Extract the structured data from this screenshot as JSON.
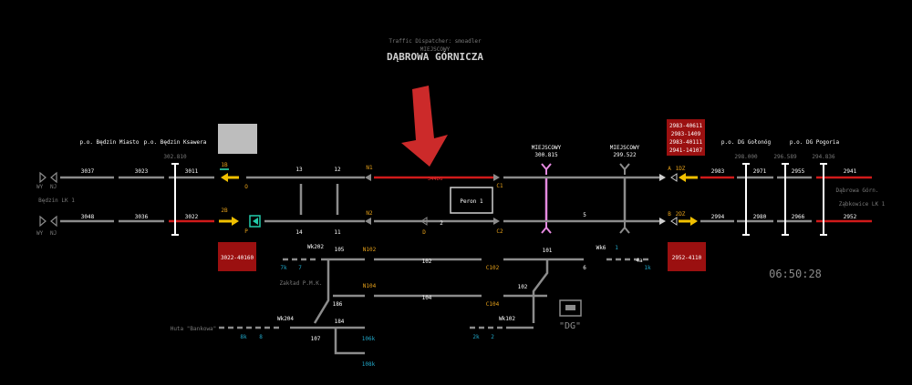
{
  "header": {
    "dispatcher": "Traffic Dispatcher: smoadler",
    "mode": "MIEJSCOWY",
    "station": "DĄBROWA GÓRNICZA"
  },
  "clock": "06:50:28",
  "colors": {
    "background": "#000000",
    "track_free": "#8c8c8c",
    "track_occupied": "#d11a1a",
    "signal_yellow": "#f0c000",
    "label_yellow": "#e8a21a",
    "label_cyan": "#22aacc",
    "route_pink": "#e58ae0",
    "arrow_red": "#cc2a2a",
    "train_box": "#9b1010"
  },
  "left": {
    "stop_miasto": "p.o. Będzin Miasto",
    "stop_ksawera": "p.o. Będzin Ksawera",
    "km_ksawera": "302.810",
    "line_label": "Będzin LK 1",
    "wy": "WY",
    "nj": "NJ",
    "sections": [
      "3037",
      "3023",
      "3011",
      "3048",
      "3036",
      "3022"
    ]
  },
  "train_boxes": {
    "left": "3022-40160",
    "right": "2952-4110",
    "top_right": [
      "2983-40611",
      "2983-1409",
      "2983-40111",
      "2941-14107"
    ]
  },
  "signals": {
    "s1b": "1B",
    "s2b": "2B",
    "o": "O",
    "p": "P",
    "n1": "N1",
    "n2": "N2",
    "d": "D",
    "c1": "C1",
    "c2": "C2",
    "a": "A",
    "b": "B",
    "s1dz": "1DZ",
    "s2dz": "2DZ",
    "n102": "N102",
    "n104": "N104",
    "c102": "C102",
    "c104": "C104"
  },
  "arrow_label": "344DG",
  "platform": "Peron 1",
  "tracks": {
    "t13": "13",
    "t12": "12",
    "t14": "14",
    "t11": "11",
    "t2": "2",
    "t5": "5",
    "t101": "101",
    "t102": "102",
    "t104": "104",
    "t105": "105",
    "t186": "186",
    "t107": "107",
    "t184": "184",
    "t102b": "102",
    "t6": "6",
    "t1": "1"
  },
  "crossing_left": {
    "name": "MIEJSCOWY",
    "km": "300.815"
  },
  "crossing_right": {
    "name": "MIEJSCOWY",
    "km": "299.522"
  },
  "right": {
    "stop_golonog": "p.o. DG Gołonóg",
    "stop_pogoria": "p.o. DG Pogoria",
    "km_golonog": "298.000",
    "km_pogoria1": "296.589",
    "km_pogoria2": "294.836",
    "line1": "Dąbrowa Górn.",
    "line2": "Ząbkowice LK 1",
    "sections": [
      "2983",
      "2971",
      "2955",
      "2941",
      "2994",
      "2980",
      "2966",
      "2952"
    ]
  },
  "sidings": {
    "wk202": "Wk202",
    "wk204": "Wk204",
    "wk102": "Wk102",
    "wk6": "Wk6",
    "k7": "7k",
    "n7": "7",
    "k8": "8k",
    "n8": "8",
    "k2": "2k",
    "n2": "2",
    "k1": "1k",
    "n4": "4a",
    "k106": "106k",
    "k108": "108k",
    "zaklad": "Zakład P.M.K.",
    "huta": "Huta \"Bankowa\""
  },
  "dg_icon": "\"DG\""
}
